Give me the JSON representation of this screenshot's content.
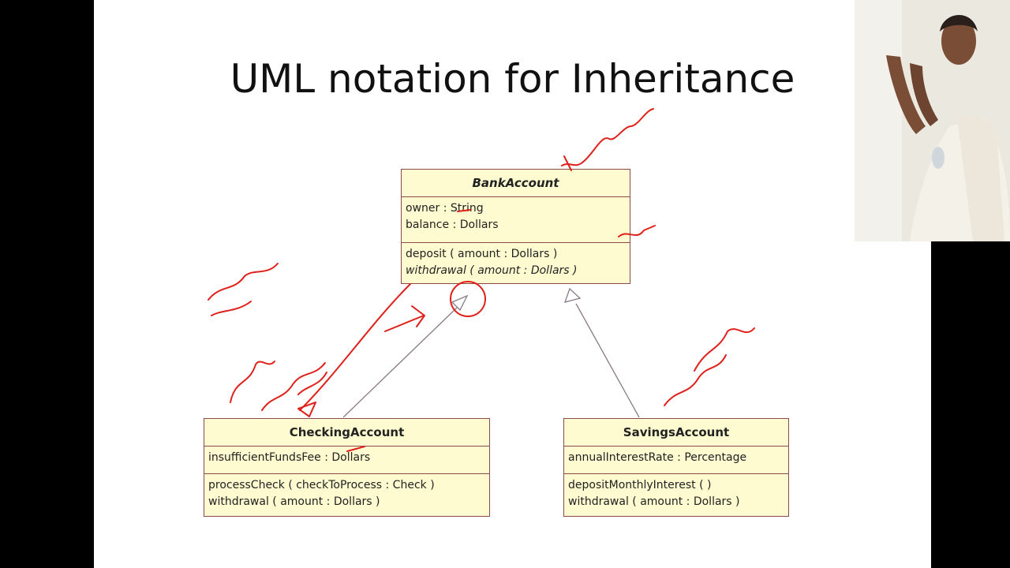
{
  "slide": {
    "title": "UML notation for Inheritance"
  },
  "classes": {
    "bank_account": {
      "name": "BankAccount",
      "attributes": [
        "owner : String",
        "balance : Dollars"
      ],
      "operations": [
        "deposit ( amount : Dollars )",
        "withdrawal ( amount : Dollars )"
      ]
    },
    "checking_account": {
      "name": "CheckingAccount",
      "attributes": [
        "insufficientFundsFee : Dollars"
      ],
      "operations": [
        "processCheck ( checkToProcess : Check )",
        "withdrawal ( amount : Dollars )"
      ]
    },
    "savings_account": {
      "name": "SavingsAccount",
      "attributes": [
        "annualInterestRate : Percentage"
      ],
      "operations": [
        "depositMonthlyInterest ( )",
        "withdrawal ( amount : Dollars )"
      ]
    }
  },
  "colors": {
    "class_fill": "#fdfbcf",
    "class_border": "#8a4a4a",
    "ink": "#e0201a",
    "slide_bg": "#ffffff",
    "letterbox": "#000000"
  }
}
